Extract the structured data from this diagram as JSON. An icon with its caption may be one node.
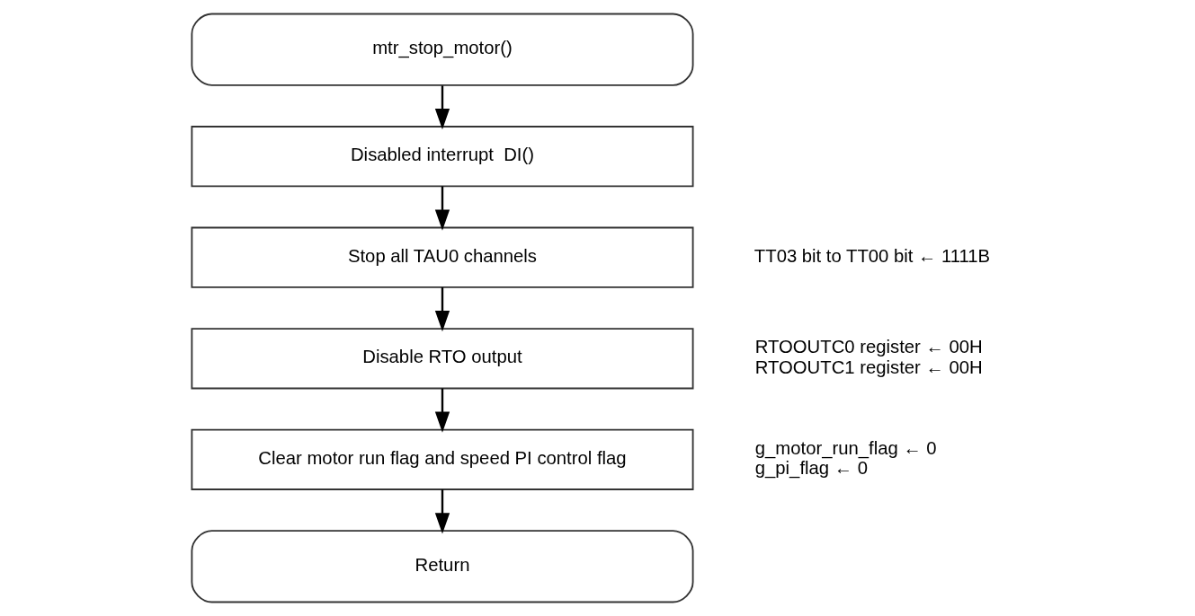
{
  "diagram": {
    "nodes": [
      {
        "text": [
          "mtr_stop_motor()"
        ]
      },
      {
        "text": [
          "Disabled interrupt  DI()"
        ]
      },
      {
        "text": [
          "Stop all TAU0 channels"
        ],
        "beside": [
          "TT03 bit to TT00 bit ← 1111B"
        ]
      },
      {
        "text": [
          "Disable RTO output"
        ],
        "beside": [
          "RTOOUTC0 register ← 00H",
          "RTOOUTC1 register ← 00H"
        ]
      },
      {
        "text": [
          "Clear motor run flag and speed PI control flag"
        ],
        "beside": [
          "g_motor_run_flag ← 0",
          "g_pi_flag ← 0"
        ]
      },
      {
        "text": [
          "Return"
        ]
      }
    ],
    "edges": [
      {
        "from": 0,
        "to": 1,
        "arrow": "to"
      },
      {
        "from": 1,
        "to": 2,
        "arrow": "to"
      },
      {
        "from": 2,
        "to": 3,
        "arrow": "to"
      },
      {
        "from": 3,
        "to": 4,
        "arrow": "to"
      },
      {
        "from": 4,
        "to": 5,
        "arrow": "to"
      }
    ]
  }
}
